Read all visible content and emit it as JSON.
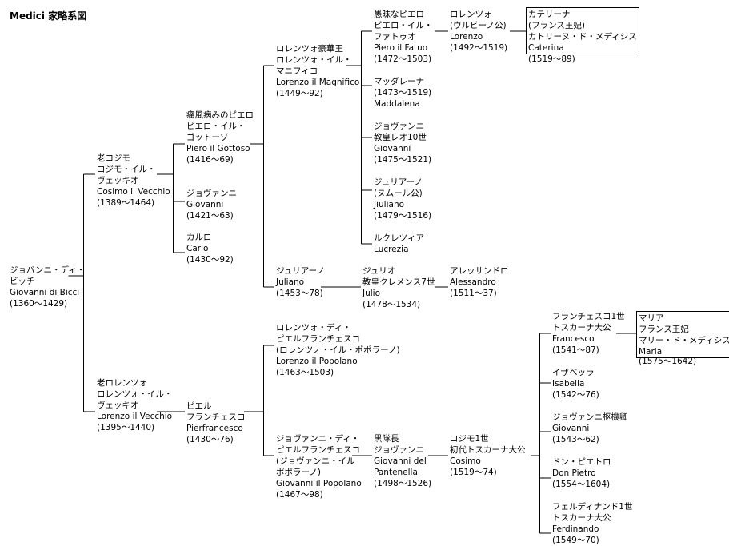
{
  "title": "Medici 家略系図",
  "people": {
    "giovanni_bicci": [
      "ジョバンニ・ディ・",
      "ビッチ",
      "Giovanni di Bicci",
      "(1360～1429)"
    ],
    "cosimo_vecchio": [
      "老コジモ",
      "コジモ・イル・",
      "ヴェッキオ",
      "Cosimo il Vecchio",
      "(1389～1464)"
    ],
    "lorenzo_vecchio": [
      "老ロレンツォ",
      "ロレンツォ・イル・",
      "ヴェッキオ",
      "Lorenzo il Vecchio",
      "(1395～1440)"
    ],
    "piero_gottoso": [
      "痛風病みのピエロ",
      "ピエロ・イル・",
      "ゴットーゾ",
      "Piero il Gottoso",
      "(1416～69)"
    ],
    "giovanni_1421": [
      "ジョヴァンニ",
      "Giovanni",
      "(1421～63)"
    ],
    "carlo": [
      "カルロ",
      "Carlo",
      "(1430～92)"
    ],
    "pierfrancesco": [
      "ピエル",
      "フランチェスコ",
      "Pierfrancesco",
      "(1430～76)"
    ],
    "lorenzo_magnifico": [
      "ロレンツォ豪華王",
      "ロレンツォ・イル・",
      "マニフィコ",
      "Lorenzo il Magnifico",
      "(1449～92)"
    ],
    "juliano": [
      "ジュリアーノ",
      "Juliano",
      "(1453～78)"
    ],
    "lorenzo_popolano": [
      "ロレンツォ・ディ・",
      "ピエルフランチェスコ",
      "(ロレンツォ・イル・ポポラーノ)",
      "Lorenzo il Popolano",
      "(1463～1503)"
    ],
    "giovanni_popolano": [
      "ジョヴァンニ・ディ・",
      "ピエルフランチェスコ",
      "(ジョヴァンニ・イル",
      "ポポラーノ)",
      "Giovanni il Popolano",
      "(1467～98)"
    ],
    "piero_fatuo": [
      "愚昧なピエロ",
      "ピエロ・イル・",
      "ファトゥオ",
      "Piero il Fatuo",
      "(1472～1503)"
    ],
    "maddalena": [
      "マッダレーナ",
      "(1473～1519)",
      "Maddalena"
    ],
    "giovanni_leo": [
      "ジョヴァンニ",
      "教皇レオ10世",
      "Giovanni",
      "(1475～1521)"
    ],
    "jiuliano": [
      "ジュリアーノ",
      "(ヌムール公)",
      "Jiuliano",
      "(1479～1516)"
    ],
    "lucrezia": [
      "ルクレツィア",
      "Lucrezia"
    ],
    "julio": [
      "ジュリオ",
      "教皇クレメンス7世",
      "Julio",
      "(1478～1534)"
    ],
    "giovanni_bande": [
      "黒隊長",
      "ジョヴァンニ",
      "Giovanni del",
      "Pantenella",
      "(1498～1526)"
    ],
    "lorenzo_urbino": [
      "ロレンツォ",
      "(ウルビーノ公)",
      "Lorenzo",
      "(1492～1519)"
    ],
    "alessandro": [
      "アレッサンドロ",
      "Alessandro",
      "(1511～37)"
    ],
    "cosimo_1": [
      "コジモ1世",
      "初代トスカーナ大公",
      "Cosimo",
      "(1519～74)"
    ],
    "caterina": [
      "カテリーナ",
      "(フランス王妃)",
      "カトリーヌ・ド・メディシス",
      "Caterina"
    ],
    "caterina_years": "(1519～89)",
    "francesco": [
      "フランチェスコ1世",
      "トスカーナ大公",
      "Francesco",
      "(1541～87)"
    ],
    "isabella": [
      "イザベッラ",
      "Isabella",
      "(1542～76)"
    ],
    "giovanni_cardinal": [
      "ジョヴァンニ枢機卿",
      "Giovanni",
      "(1543～62)"
    ],
    "don_pietro": [
      "ドン・ピエトロ",
      "Don Pietro",
      "(1554～1604)"
    ],
    "ferdinando": [
      "フェルディナンド1世",
      "トスカーナ大公",
      "Ferdinando",
      "(1549～70)"
    ],
    "maria": [
      "マリア",
      "フランス王妃",
      "マリー・ド・メディシス",
      "Maria"
    ],
    "maria_years": "(1575～1642)"
  }
}
